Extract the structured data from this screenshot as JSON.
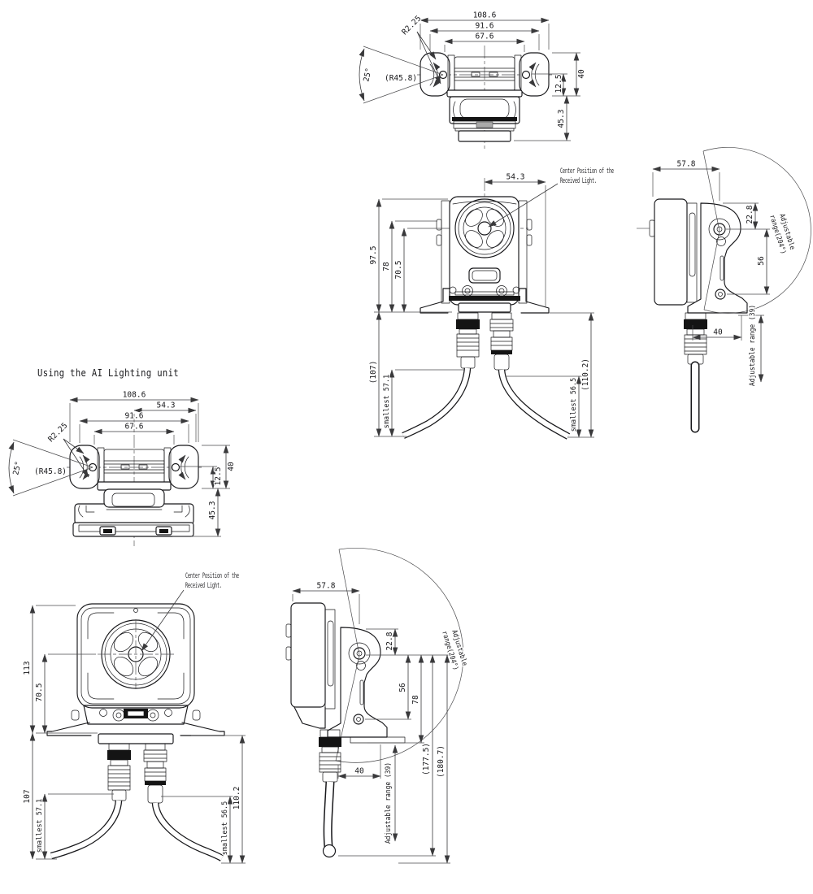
{
  "note": "Using the AI Lighting unit",
  "leader": {
    "line1": "Center Position of the",
    "line2": "Received Light."
  },
  "topPlain": {
    "w_outer": "108.6",
    "w_mid": "91.6",
    "w_inner": "67.6",
    "r_fillet": "R2.25",
    "angle": "25°",
    "r_swivel": "(R45.8)",
    "h_lamp": "40",
    "h_step": "12.5",
    "h_body": "45.3"
  },
  "frontPlain": {
    "w_center": "54.3",
    "h_total": "97.5",
    "h_hole": "78",
    "h_center": "70.5",
    "cable_left_total": "(107)",
    "cable_left_min": "smallest 57.1",
    "cable_right_min": "smallest 56.5",
    "cable_right_total": "(110.2)"
  },
  "sidePlain": {
    "depth": "57.8",
    "h_pivot": "22.8",
    "h_hole": "56",
    "adj_line1": "Adjustable",
    "adj_line2": "range(204°)",
    "w_cable": "40",
    "adj_cable": "Adjustable range (39)"
  },
  "topAi": {
    "w_outer": "108.6",
    "w_center": "54.3",
    "w_mid": "91.6",
    "w_inner": "67.6",
    "r_fillet": "R2.25",
    "angle": "25°",
    "r_swivel": "(R45.8)",
    "h_lamp": "40",
    "h_step": "12.5",
    "h_body": "45.3"
  },
  "frontAi": {
    "h_total": "113",
    "h_center": "70.5",
    "cable_left_total": "107",
    "cable_left_min": "smallest 57.1",
    "cable_right_min": "smallest 56.5",
    "cable_right_total": "110.2"
  },
  "sideAi": {
    "depth": "57.8",
    "h_pivot": "22.8",
    "h_hole": "56",
    "h_base": "78",
    "adj_line1": "Adjustable",
    "adj_line2": "range(204°)",
    "w_cable": "40",
    "adj_cable": "Adjustable range (39)",
    "h_total1": "(177.5)",
    "h_total2": "(180.7)"
  }
}
